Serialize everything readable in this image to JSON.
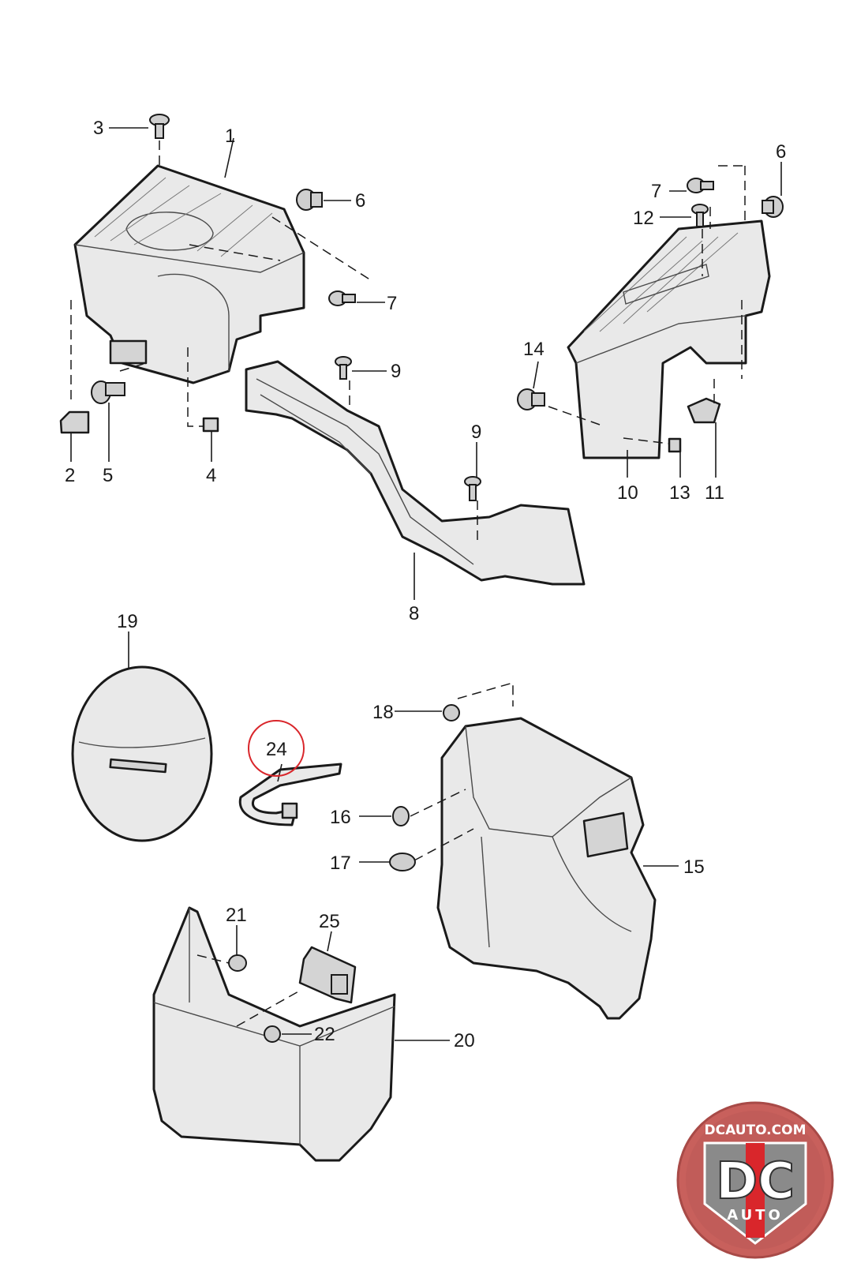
{
  "callouts": {
    "c1": "1",
    "c2": "2",
    "c3": "3",
    "c4": "4",
    "c5": "5",
    "c6a": "6",
    "c6b": "6",
    "c7a": "7",
    "c7b": "7",
    "c8": "8",
    "c9a": "9",
    "c9b": "9",
    "c10": "10",
    "c11": "11",
    "c12": "12",
    "c13": "13",
    "c14": "14",
    "c15": "15",
    "c16": "16",
    "c17": "17",
    "c18": "18",
    "c19": "19",
    "c20": "20",
    "c21": "21",
    "c22": "22",
    "c24": "24",
    "c25": "25"
  },
  "highlight": {
    "callout": "24",
    "color": "#d9262b"
  },
  "logo": {
    "site": "DCAUTO.COM",
    "mark": "DC",
    "sub": "AUTO",
    "colors": {
      "ring": "#c8605c",
      "shield_red": "#d9262b",
      "shield_grey": "#8a8a8a"
    }
  }
}
